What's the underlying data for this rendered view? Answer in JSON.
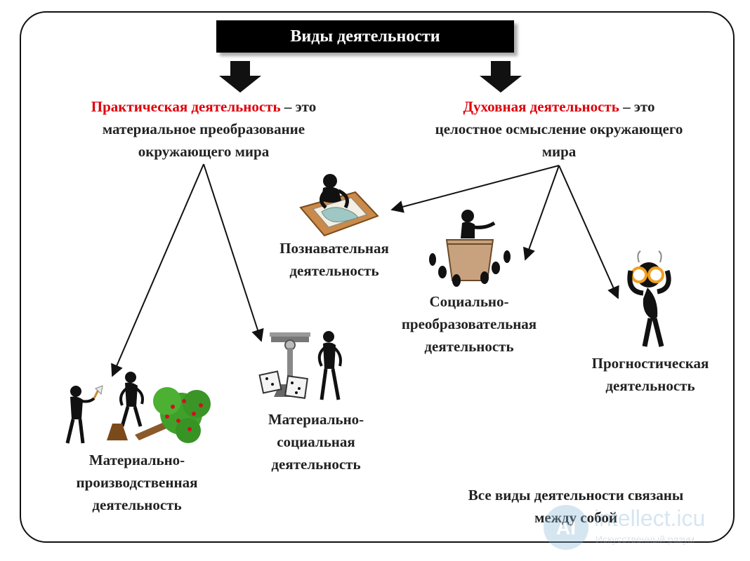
{
  "title": "Виды деятельности",
  "practical": {
    "term": "Практическая деятельность",
    "dash": " – это",
    "line2": "материальное преобразование",
    "line3": "окружающего мира"
  },
  "spiritual": {
    "term": "Духовная деятельность",
    "dash": " – это",
    "line2": "целостное осмысление окружающего",
    "line3": "мира"
  },
  "nodes": {
    "cognitive": [
      "Познавательная",
      "деятельность"
    ],
    "social_transform": [
      "Социально-",
      "преобразовательная",
      "деятельность"
    ],
    "prognostic": [
      "Прогностическая",
      "деятельность"
    ],
    "material_production": [
      "Материально-",
      "производственная",
      "деятельность"
    ],
    "material_social": [
      "Материально-",
      "социальная",
      "деятельность"
    ]
  },
  "footer": [
    "Все виды деятельности связаны",
    "между собой"
  ],
  "watermark": {
    "logo": "AI",
    "brand": "intellect.icu",
    "tagline": "Искусственный разум"
  },
  "colors": {
    "accent": "#e0000b",
    "text": "#222222",
    "title_bg": "#000000"
  }
}
